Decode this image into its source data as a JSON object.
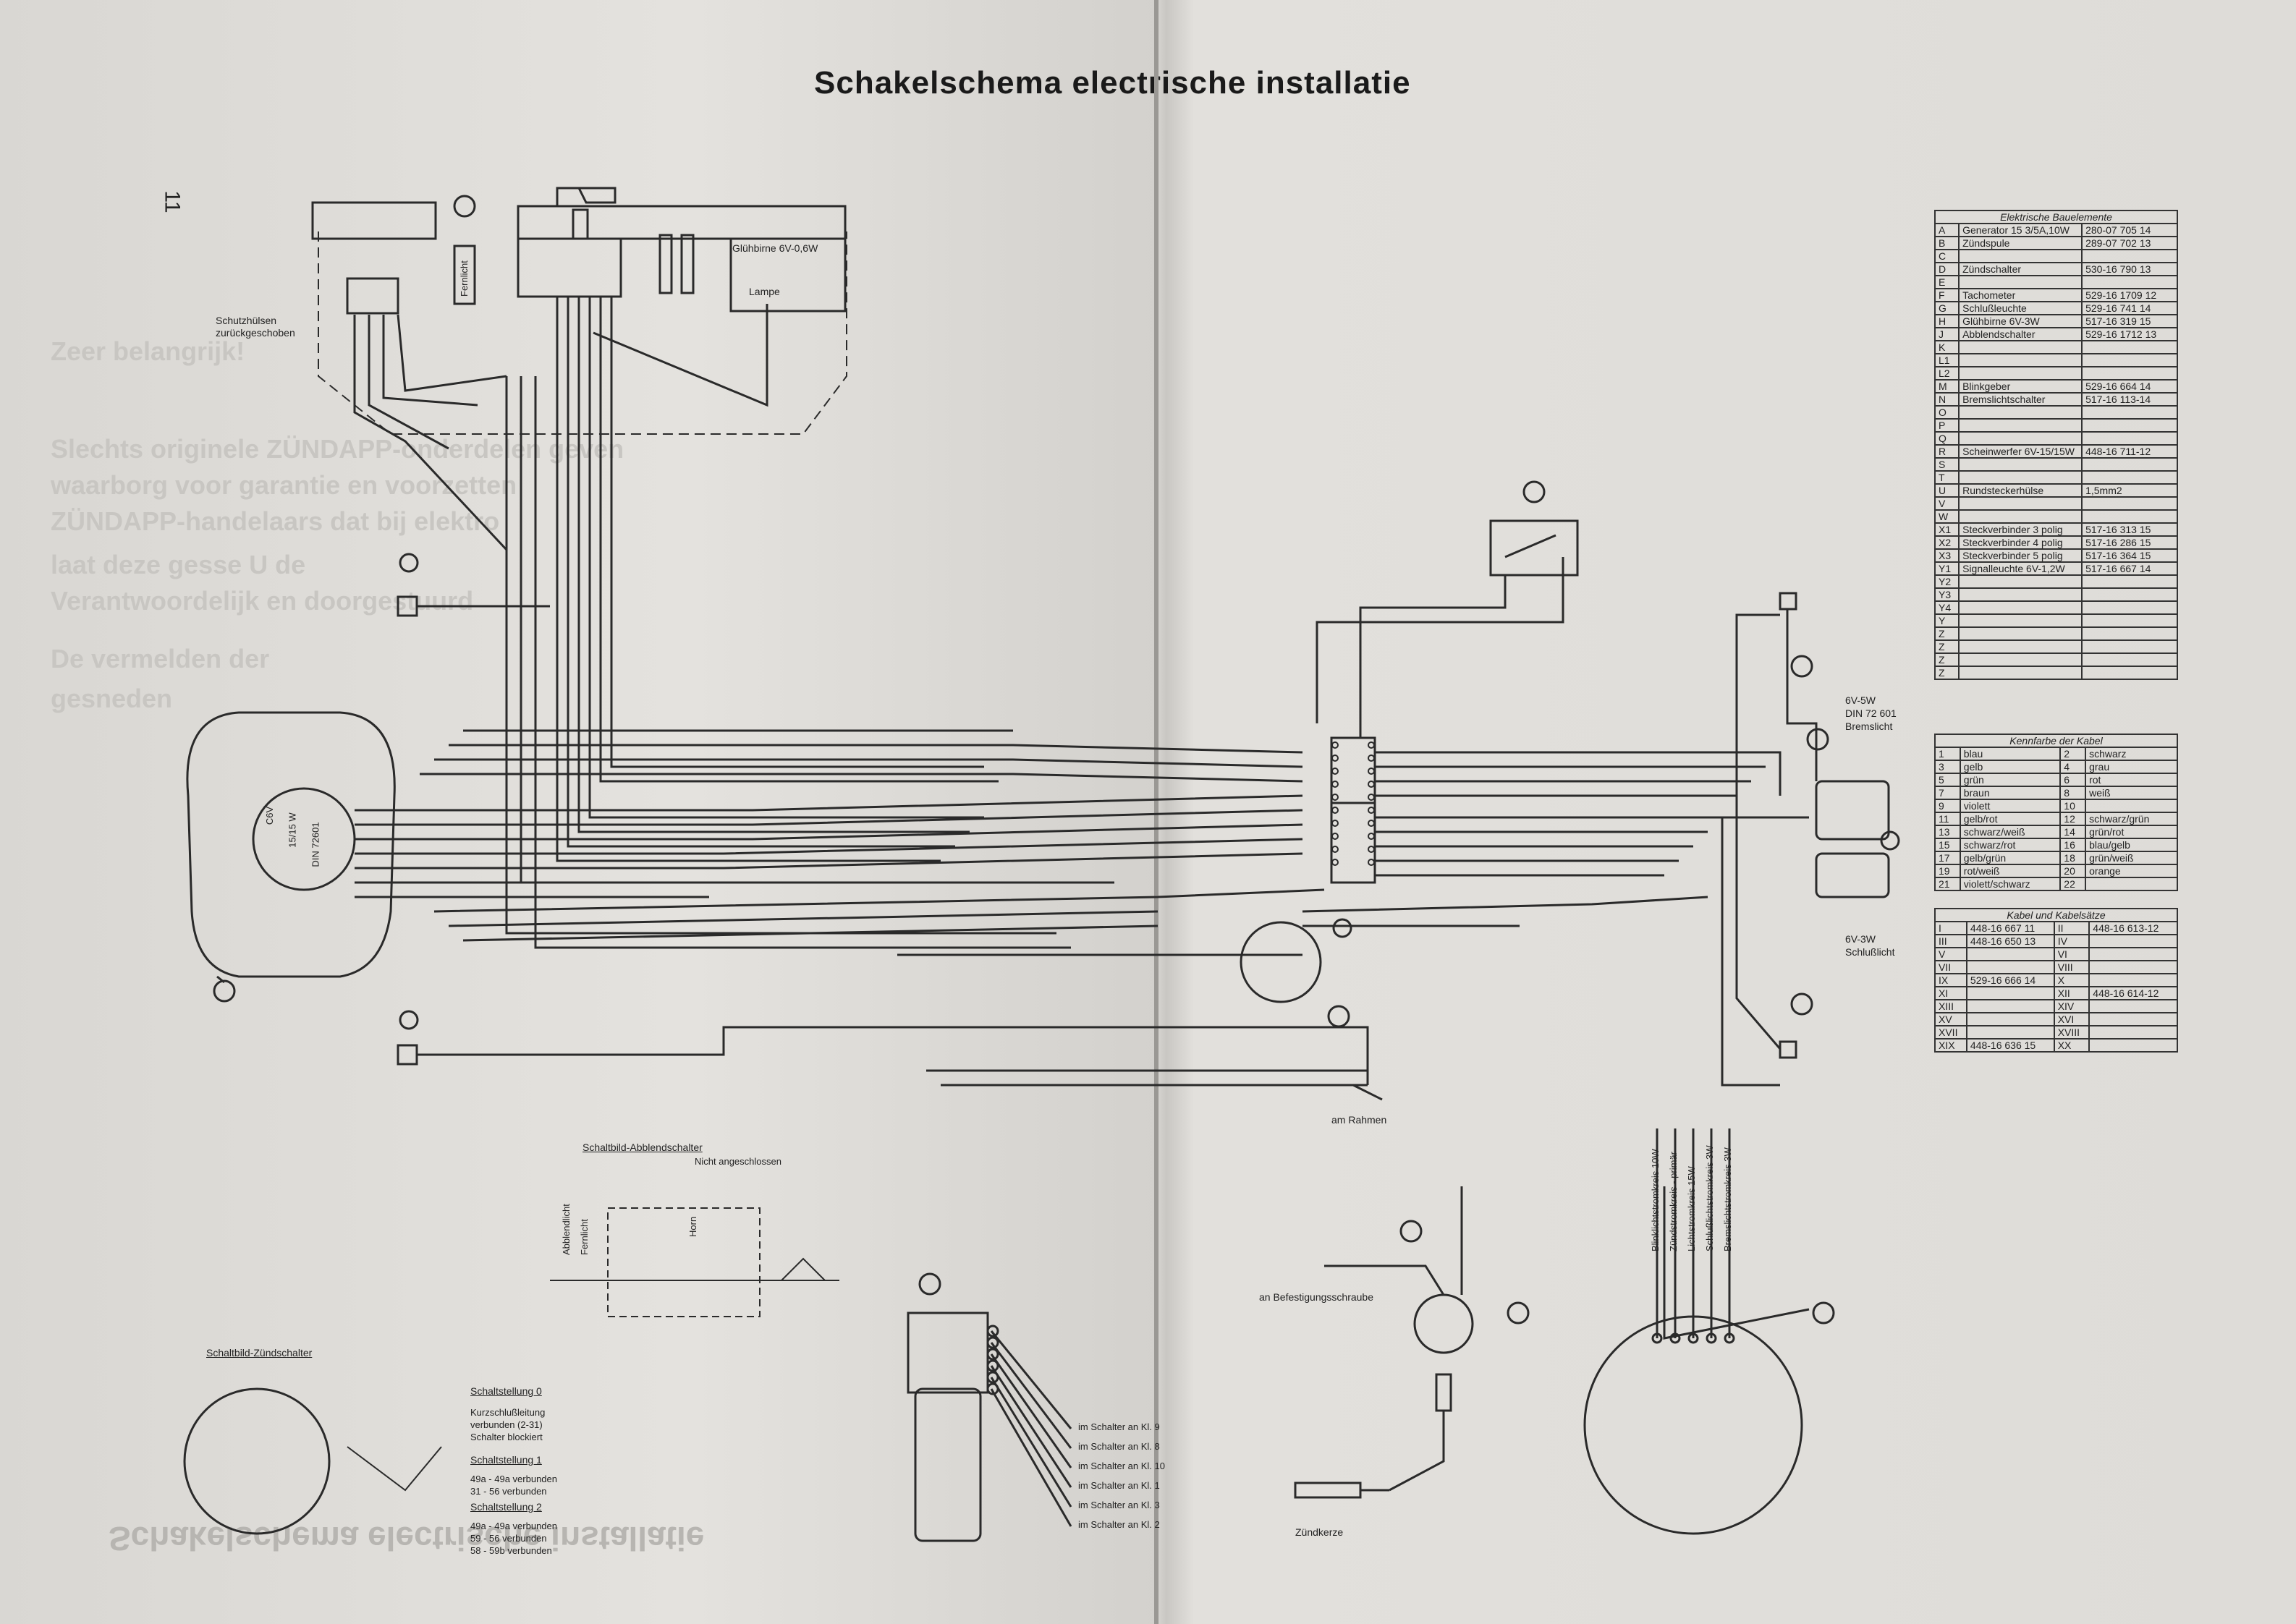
{
  "title": "Schakelschema electrische installatie",
  "page_number": "11",
  "faint_bleed_text": [
    "Zeer belangrijk!",
    "Slechts originele ZÜNDAPP-onderdelen geven",
    "waarborg voor garantie en voorzetten",
    "ZÜNDAPP-handelaars dat bij elektro",
    "laat deze gesse U de",
    "Verantwoordelijk en doorgestuurd",
    "De vermelden der",
    "gesneden"
  ],
  "mirrored_bleed_text": "Schakelschema electrische installatie",
  "components_table": {
    "header": "Elektrische Bauelemente",
    "rows": [
      {
        "key": "A",
        "name": "Generator 15 3/5A,10W",
        "part": "280-07 705 14"
      },
      {
        "key": "B",
        "name": "Zündspule",
        "part": "289-07 702 13"
      },
      {
        "key": "C",
        "name": "",
        "part": ""
      },
      {
        "key": "D",
        "name": "Zündschalter",
        "part": "530-16 790 13"
      },
      {
        "key": "E",
        "name": "",
        "part": ""
      },
      {
        "key": "F",
        "name": "Tachometer",
        "part": "529-16 1709 12"
      },
      {
        "key": "G",
        "name": "Schlußleuchte",
        "part": "529-16 741 14"
      },
      {
        "key": "H",
        "name": "Glühbirne 6V-3W",
        "part": "517-16 319 15"
      },
      {
        "key": "J",
        "name": "Abblendschalter",
        "part": "529-16 1712 13"
      },
      {
        "key": "K",
        "name": "",
        "part": ""
      },
      {
        "key": "L1",
        "name": "",
        "part": ""
      },
      {
        "key": "L2",
        "name": "",
        "part": ""
      },
      {
        "key": "M",
        "name": "Blinkgeber",
        "part": "529-16 664 14"
      },
      {
        "key": "N",
        "name": "Bremslichtschalter",
        "part": "517-16 113-14"
      },
      {
        "key": "O",
        "name": "",
        "part": ""
      },
      {
        "key": "P",
        "name": "",
        "part": ""
      },
      {
        "key": "Q",
        "name": "",
        "part": ""
      },
      {
        "key": "R",
        "name": "Scheinwerfer 6V-15/15W",
        "part": "448-16 711-12"
      },
      {
        "key": "S",
        "name": "",
        "part": ""
      },
      {
        "key": "T",
        "name": "",
        "part": ""
      },
      {
        "key": "U",
        "name": "Rundsteckerhülse",
        "part": "1,5mm2"
      },
      {
        "key": "V",
        "name": "",
        "part": ""
      },
      {
        "key": "W",
        "name": "",
        "part": ""
      },
      {
        "key": "X1",
        "name": "Steckverbinder 3 polig",
        "part": "517-16 313 15"
      },
      {
        "key": "X2",
        "name": "Steckverbinder 4 polig",
        "part": "517-16 286 15"
      },
      {
        "key": "X3",
        "name": "Steckverbinder 5 polig",
        "part": "517-16 364 15"
      },
      {
        "key": "Y1",
        "name": "Signalleuchte 6V-1,2W",
        "part": "517-16 667 14"
      },
      {
        "key": "Y2",
        "name": "",
        "part": ""
      },
      {
        "key": "Y3",
        "name": "",
        "part": ""
      },
      {
        "key": "Y4",
        "name": "",
        "part": ""
      },
      {
        "key": "Y",
        "name": "",
        "part": ""
      },
      {
        "key": "Z",
        "name": "",
        "part": ""
      },
      {
        "key": "Z",
        "name": "",
        "part": ""
      },
      {
        "key": "Z",
        "name": "",
        "part": ""
      },
      {
        "key": "Z",
        "name": "",
        "part": ""
      }
    ]
  },
  "colors_table": {
    "header": "Kennfarbe der Kabel",
    "rows": [
      [
        "1",
        "blau",
        "2",
        "schwarz"
      ],
      [
        "3",
        "gelb",
        "4",
        "grau"
      ],
      [
        "5",
        "grün",
        "6",
        "rot"
      ],
      [
        "7",
        "braun",
        "8",
        "weiß"
      ],
      [
        "9",
        "violett",
        "10",
        ""
      ],
      [
        "11",
        "gelb/rot",
        "12",
        "schwarz/grün"
      ],
      [
        "13",
        "schwarz/weiß",
        "14",
        "grün/rot"
      ],
      [
        "15",
        "schwarz/rot",
        "16",
        "blau/gelb"
      ],
      [
        "17",
        "gelb/grün",
        "18",
        "grün/weiß"
      ],
      [
        "19",
        "rot/weiß",
        "20",
        "orange"
      ],
      [
        "21",
        "violett/schwarz",
        "22",
        ""
      ]
    ]
  },
  "cables_table": {
    "header": "Kabel und Kabelsätze",
    "rows": [
      [
        "I",
        "448-16 667 11",
        "II",
        "448-16 613-12"
      ],
      [
        "III",
        "448-16 650 13",
        "IV",
        ""
      ],
      [
        "V",
        "",
        "VI",
        ""
      ],
      [
        "VII",
        "",
        "VIII",
        ""
      ],
      [
        "IX",
        "529-16 666 14",
        "X",
        ""
      ],
      [
        "XI",
        "",
        "XII",
        "448-16 614-12"
      ],
      [
        "XIII",
        "",
        "XIV",
        ""
      ],
      [
        "XV",
        "",
        "XVI",
        ""
      ],
      [
        "XVII",
        "",
        "XVIII",
        ""
      ],
      [
        "XIX",
        "448-16 636 15",
        "XX",
        ""
      ]
    ]
  },
  "labels": {
    "schutzhulsen": "Schutzhülsen",
    "zuruckgeschoben": "zurückgeschoben",
    "gluhbirne": "Glühbirne 6V-0,6W",
    "lampe": "Lampe",
    "ferntlicht": "Fernlicht",
    "headlamp_rating_1": "C6V",
    "headlamp_rating_2": "15/15 W",
    "headlamp_rating_3": "DIN 72601",
    "tail_rating_1": "6V-5W",
    "tail_rating_2": "DIN 72 601",
    "tail_rating_3": "Bremslicht",
    "rear_rating_1": "6V-3W",
    "rear_rating_2": "Schlußlicht",
    "am_rahmen": "am Rahmen",
    "befestigung": "an Befestigungsschraube",
    "zundkerze": "Zündkerze",
    "abblend_title": "Schaltbild-Abblendschalter",
    "nicht_angeschlossen": "Nicht angeschlossen",
    "abblendlicht": "Abblendlicht",
    "fernlicht": "Fernlicht",
    "horn": "Horn",
    "zund_title": "Schaltbild-Zündschalter",
    "schaltstellung_0": "Schaltstellung 0",
    "s0_line1": "Kurzschlußleitung",
    "s0_line2": "verbunden (2-31)",
    "s0_line3": "Schalter blockiert",
    "schaltstellung_1": "Schaltstellung 1",
    "s1_line1": "49a - 49a verbunden",
    "s1_line2": "31 - 56 verbunden",
    "schaltstellung_2": "Schaltstellung 2",
    "s2_line1": "49a - 49a verbunden",
    "s2_line2": "59 - 56 verbunden",
    "s2_line3": "58 - 59b verbunden",
    "kl9": "im Schalter an Kl. 9",
    "kl8": "im Schalter an Kl. 8",
    "kl10": "im Schalter an Kl. 10",
    "kl1": "im Schalter an Kl. 1",
    "kl3": "im Schalter an Kl. 3",
    "kl2": "im Schalter an Kl. 2",
    "circ1": "Blinklichtstromkreis 10W",
    "circ2": "Zündstromkreis - primär",
    "circ3": "Lichtstromkreis 15W",
    "circ4": "Schlußlichtstromkreis 3W",
    "circ5": "Bremslichtstromkreis 3W"
  }
}
